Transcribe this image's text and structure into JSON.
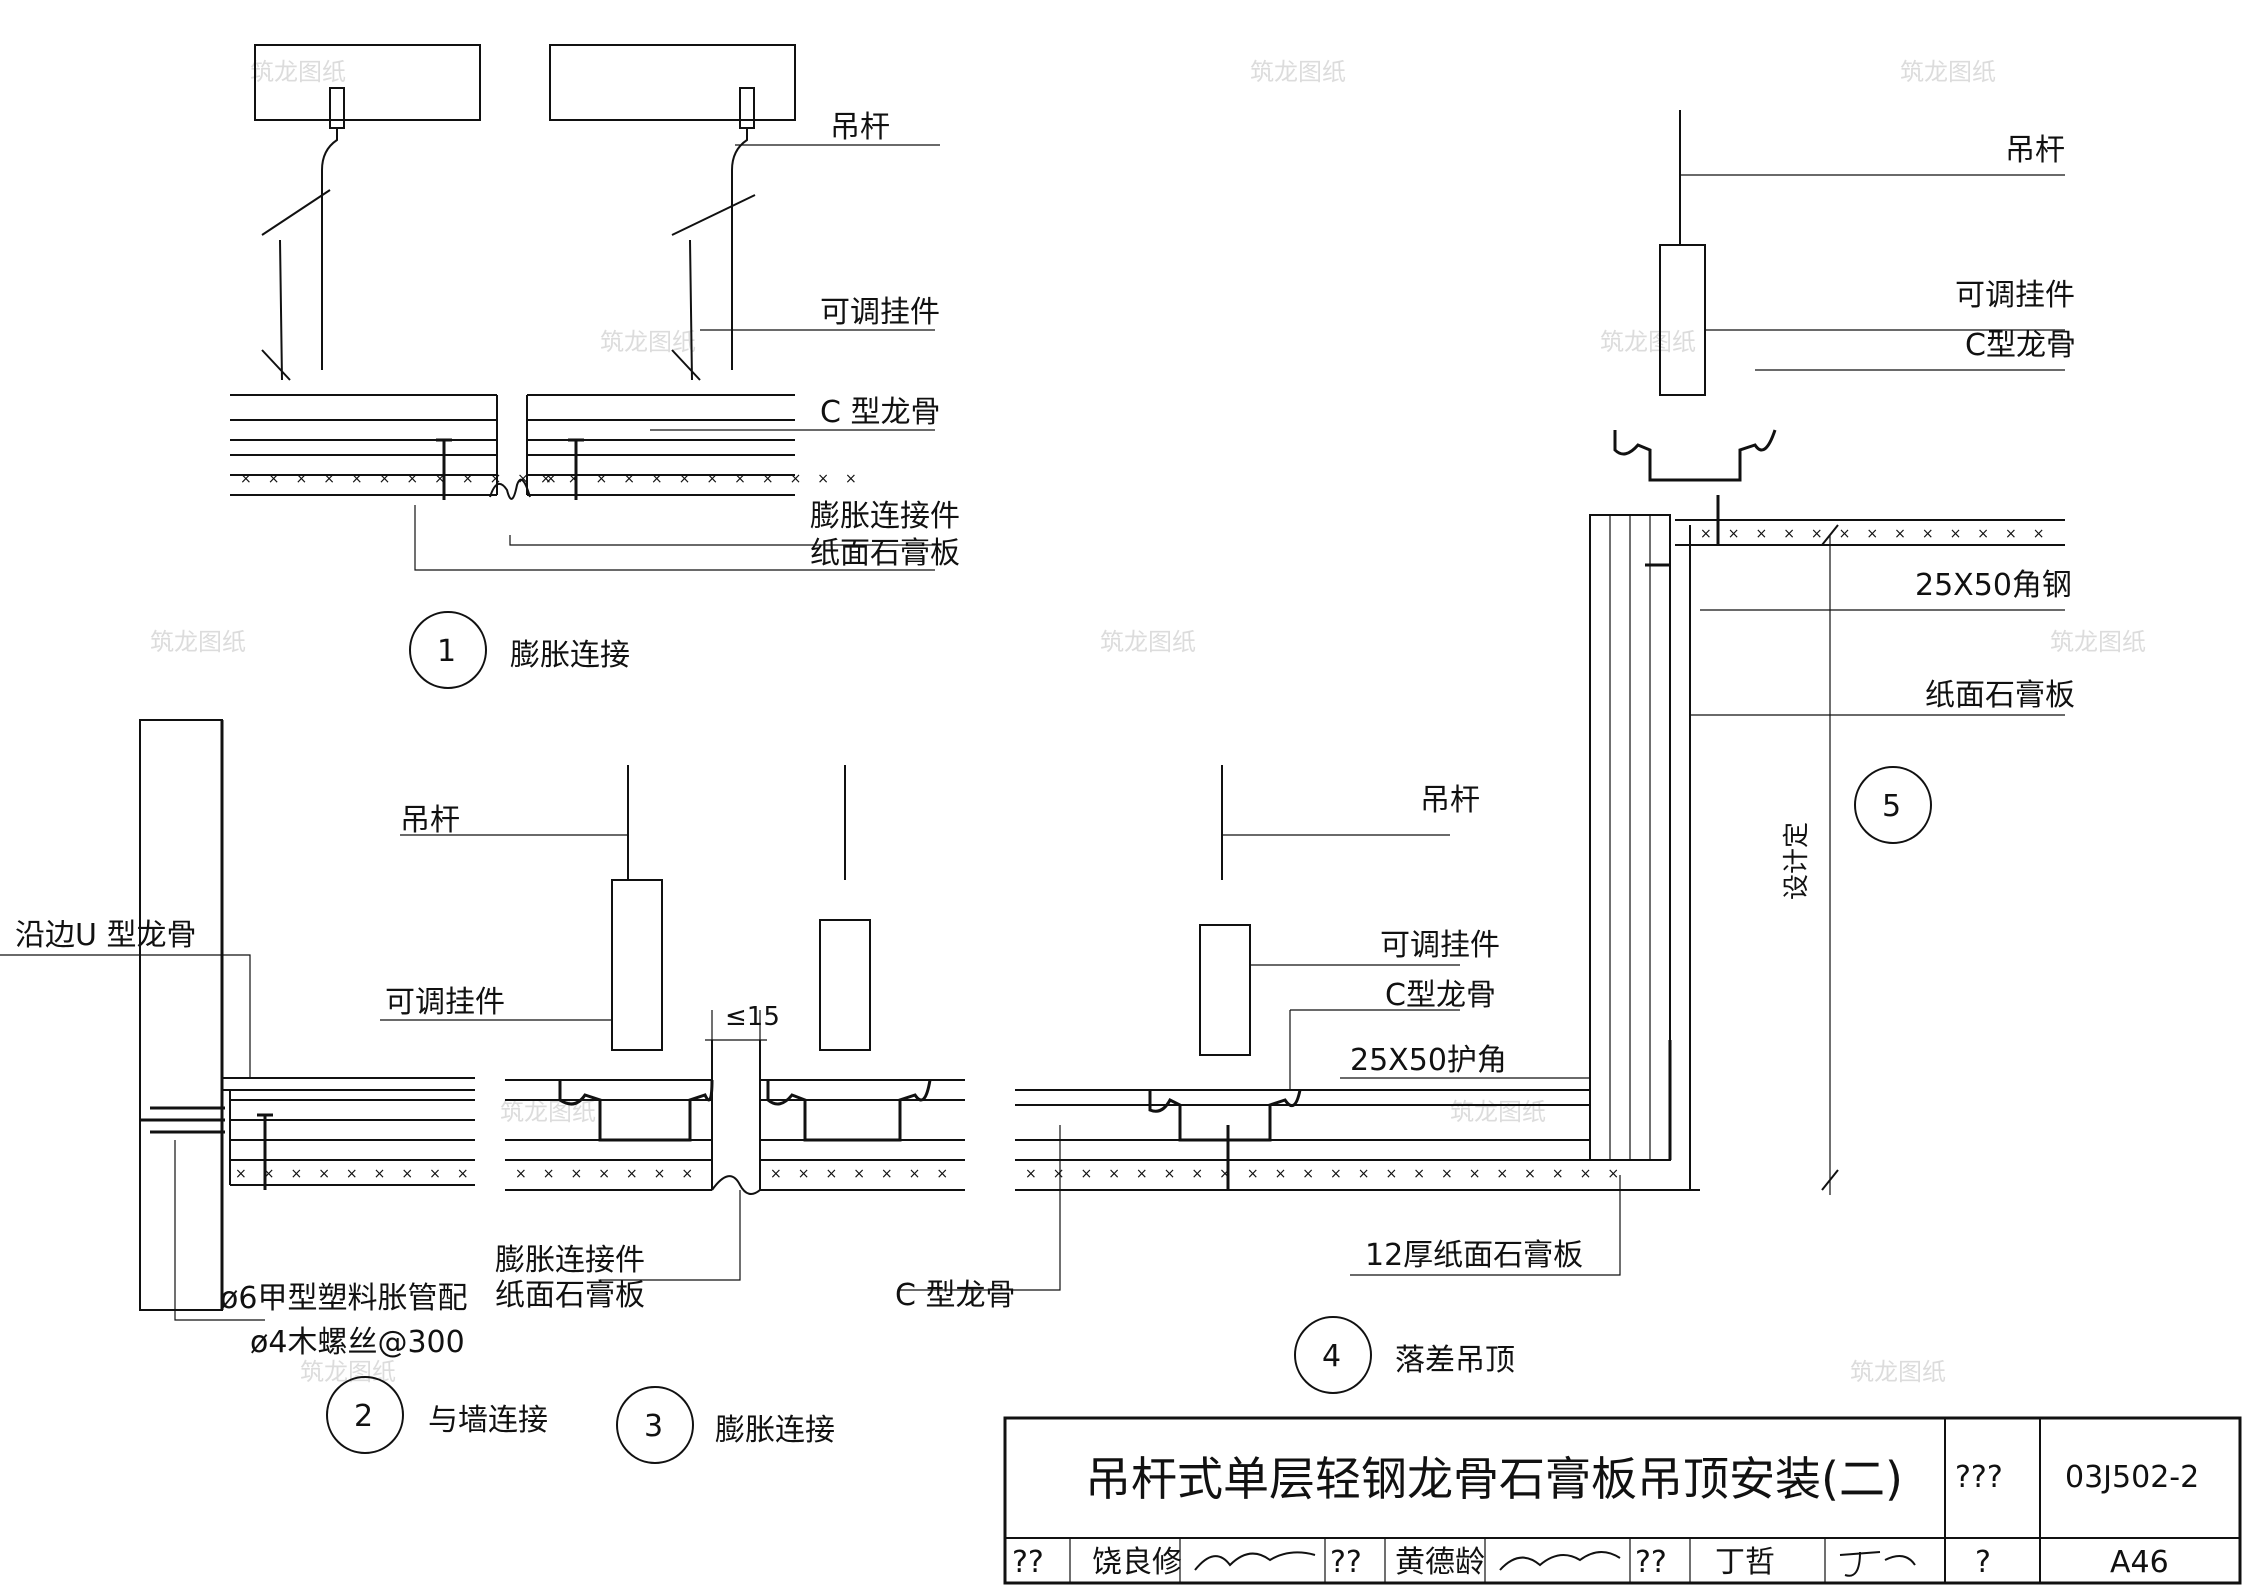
{
  "labels": {
    "d1": {
      "rod": "吊杆",
      "hanger": "可调挂件",
      "c_keel": "C 型龙骨",
      "expansion": "膨胀连接件",
      "gypsum": "纸面石膏板",
      "num": "1",
      "caption": "膨胀连接"
    },
    "d2": {
      "rod": "吊杆",
      "hanger": "可调挂件",
      "u_keel": "沿边U 型龙骨",
      "anchor": "ø6甲型塑料胀管配",
      "screw": "ø4木螺丝@300",
      "gap": "≤15",
      "num": "2",
      "caption": "与墙连接"
    },
    "d3": {
      "expansion": "膨胀连接件",
      "gypsum": "纸面石膏板",
      "num": "3",
      "caption": "膨胀连接"
    },
    "d4": {
      "rod": "吊杆",
      "hanger": "可调挂件",
      "c_keel_a": "C型龙骨",
      "corner": "25X50护角",
      "c_keel_b": "C 型龙骨",
      "board12": "12厚纸面石膏板",
      "num": "4",
      "caption": "落差吊顶"
    },
    "d5": {
      "rod": "吊杆",
      "hanger": "可调挂件",
      "c_keel": "C型龙骨",
      "angle": "25X50角钢",
      "gypsum": "纸面石膏板",
      "dim": "设计定",
      "num": "5"
    }
  },
  "title_block": {
    "title": "吊杆式单层轻钢龙骨石膏板吊顶安装(二)",
    "atlas_label": "???",
    "atlas_no": "03J502-2",
    "page_label": "?",
    "page_no": "A46",
    "cells": [
      "??",
      "饶良修",
      "??",
      "黄德龄",
      "??",
      "丁哲"
    ]
  },
  "watermark": "筑龙图纸"
}
